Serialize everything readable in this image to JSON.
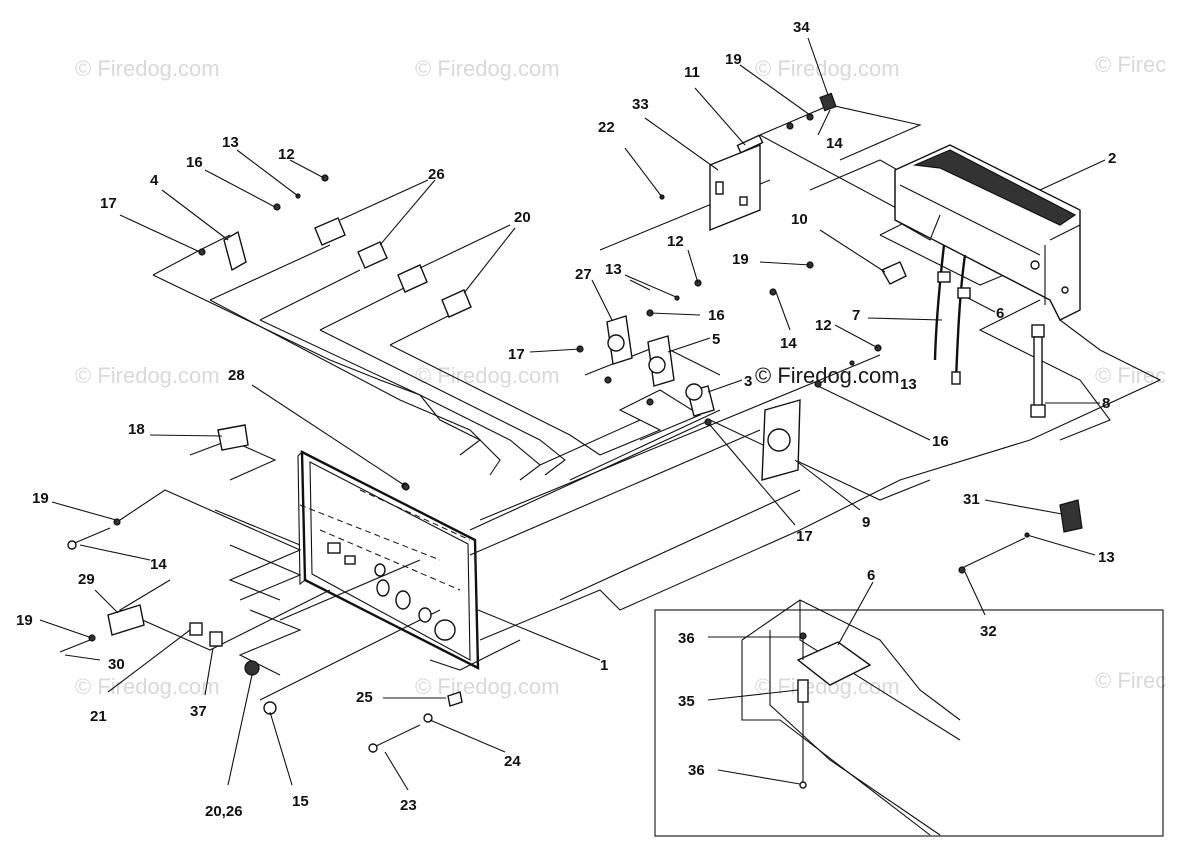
{
  "watermarks": [
    "© Firedog.com",
    "© Firedog.com",
    "© Firedog.com",
    "© Firec",
    "© Firedog.com",
    "© Firedog.com",
    "© Firedog.com",
    "© Firec",
    "© Firedog.com",
    "© Firedog.com",
    "© Firedog.com",
    "© Firec"
  ],
  "center_watermark": "© Firedog.com",
  "callouts": [
    "34",
    "19",
    "11",
    "33",
    "22",
    "2",
    "14",
    "10",
    "12",
    "19",
    "13",
    "27",
    "16",
    "5",
    "17",
    "3",
    "13",
    "7",
    "6",
    "12",
    "14",
    "8",
    "16",
    "9",
    "17",
    "31",
    "13",
    "32",
    "4",
    "16",
    "13",
    "12",
    "17",
    "26",
    "20",
    "28",
    "18",
    "19",
    "14",
    "29",
    "19",
    "30",
    "21",
    "37",
    "20,26",
    "15",
    "25",
    "24",
    "23",
    "1",
    "6",
    "36",
    "35",
    "36"
  ]
}
